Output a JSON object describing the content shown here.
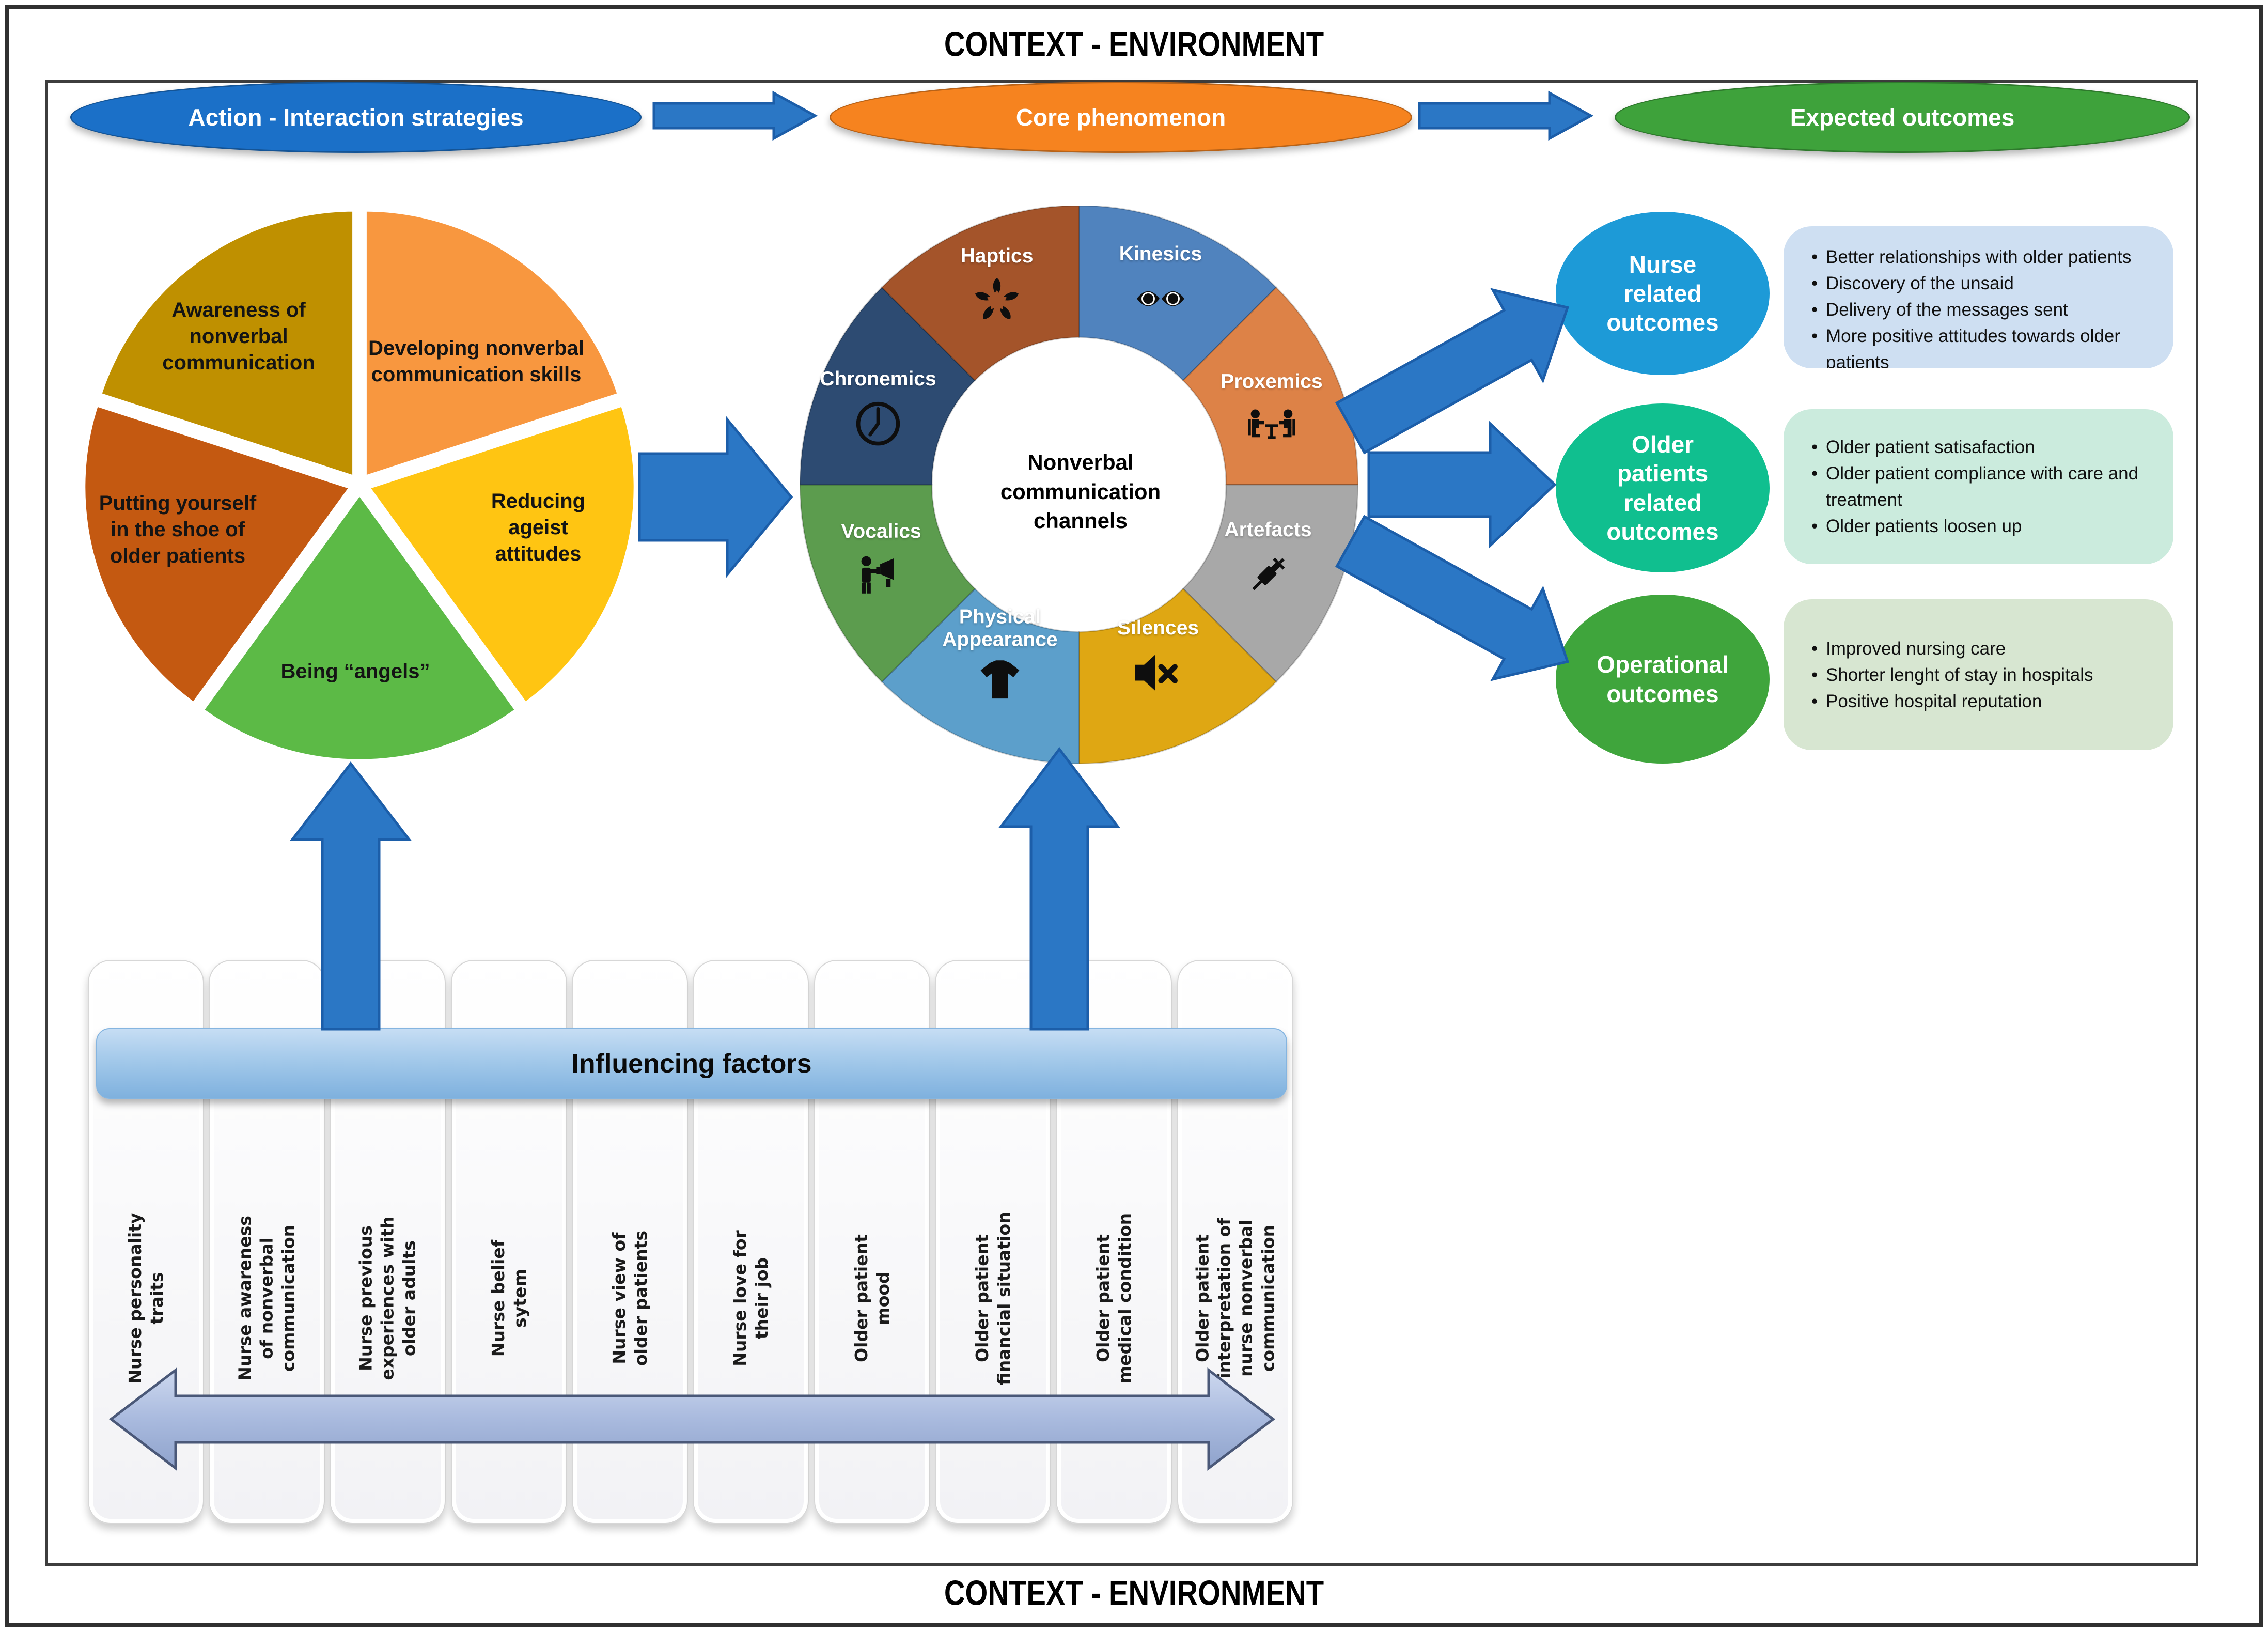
{
  "context_band": {
    "top_label": "CONTEXT - ENVIRONMENT",
    "bottom_label": "CONTEXT - ENVIRONMENT"
  },
  "process_header": {
    "stages": [
      {
        "label": "Action - Interaction strategies",
        "color": "#1B70C8"
      },
      {
        "label": "Core phenomenon",
        "color": "#F6831F"
      },
      {
        "label": "Expected outcomes",
        "color": "#3EA23B"
      }
    ]
  },
  "strategies_pie": {
    "slices": [
      {
        "label": "Awareness of nonverbal communication",
        "color": "#BF9000"
      },
      {
        "label": "Developing nonverbal communication skills",
        "color": "#F8973F"
      },
      {
        "label": "Reducing ageist attitudes",
        "color": "#FFC512"
      },
      {
        "label": "Being “angels”",
        "color": "#5CBA46"
      },
      {
        "label": "Putting yourself in the shoe of older patients",
        "color": "#C45911"
      }
    ]
  },
  "channels_donut": {
    "center_label": "Nonverbal communication channels",
    "segments": [
      {
        "label": "Kinesics",
        "icon": "eyes-icon",
        "color": "#5083BE"
      },
      {
        "label": "Proxemics",
        "icon": "people-table-icon",
        "color": "#DD8247"
      },
      {
        "label": "Artefacts",
        "icon": "syringe-icon",
        "color": "#A8A8A8"
      },
      {
        "label": "Silences",
        "icon": "muted-speaker-icon",
        "color": "#DFA713"
      },
      {
        "label": "Physical Appearance",
        "icon": "tshirt-icon",
        "color": "#5C9FCB"
      },
      {
        "label": "Vocalics",
        "icon": "megaphone-person-icon",
        "color": "#5C9C4E"
      },
      {
        "label": "Chronemics",
        "icon": "clock-icon",
        "color": "#2D4B72"
      },
      {
        "label": "Haptics",
        "icon": "hands-icon",
        "color": "#A4542A"
      }
    ]
  },
  "outcomes": [
    {
      "label": "Nurse related outcomes",
      "color": "#1D9AD7",
      "box_color": "#CEDFF2",
      "bullets": [
        "Better relationships with older patients",
        "Discovery of the unsaid",
        "Delivery of the messages sent",
        "More positive attitudes towards older patients"
      ]
    },
    {
      "label": "Older patients related outcomes",
      "color": "#10BF8F",
      "box_color": "#CBEBDD",
      "bullets": [
        "Older patient satisafaction",
        "Older patient compliance with care and treatment",
        "Older patients loosen up"
      ]
    },
    {
      "label": "Operational outcomes",
      "color": "#3FA53C",
      "box_color": "#D7E6D1",
      "bullets": [
        "Improved nursing care",
        "Shorter lenght of stay in hospitals",
        "Positive hospital reputation"
      ]
    }
  ],
  "influencing": {
    "title": "Influencing factors",
    "factors": [
      "Nurse personality\ntraits",
      "Nurse awareness\nof nonverbal\ncommunication",
      "Nurse previous\nexperiences with\nolder adults",
      "Nurse belief\nsytem",
      "Nurse view of\nolder patients",
      "Nurse love for\ntheir job",
      "Older patient\nmood",
      "Older patient\nfinancial situation",
      "Older patient\nmedical condition",
      "Older patient\ninterpretation of\nnurse nonverbal\ncommunication"
    ]
  },
  "colors": {
    "arrow_blue": "#2B77C5",
    "arrow_outline": "#1C5EA9",
    "double_arrow_outline": "#4A5878"
  }
}
